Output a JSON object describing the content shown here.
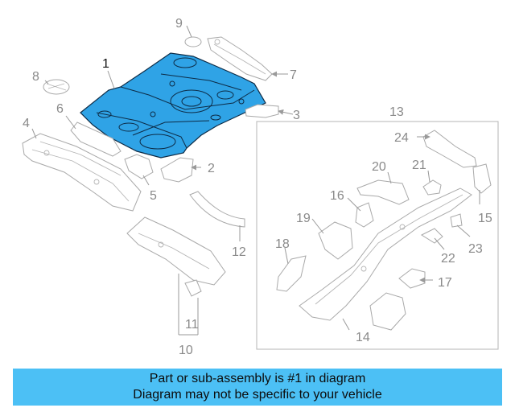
{
  "diagram": {
    "highlighted_part": "1",
    "highlight_color": "#2fa3e6",
    "callouts": [
      "1",
      "2",
      "3",
      "4",
      "5",
      "6",
      "7",
      "8",
      "9",
      "10",
      "11",
      "12",
      "13",
      "14",
      "15",
      "16",
      "17",
      "18",
      "19",
      "20",
      "21",
      "22",
      "23",
      "24"
    ]
  },
  "banner": {
    "line1": "Part or sub-assembly is #1 in diagram",
    "line2": "Diagram may not be specific to your vehicle",
    "color": "#4cc0f5"
  }
}
